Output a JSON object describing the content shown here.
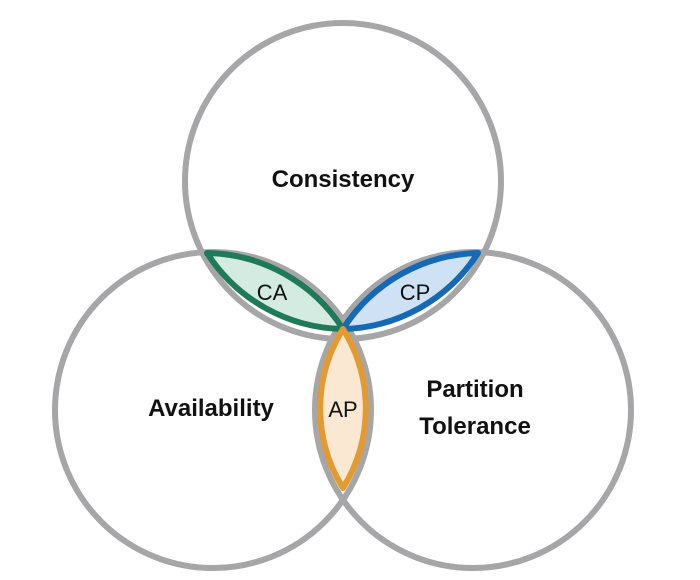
{
  "sets": {
    "consistency": "Consistency",
    "availability": "Availability",
    "partition_line1": "Partition",
    "partition_line2": "Tolerance"
  },
  "intersections": {
    "ca": "CA",
    "cp": "CP",
    "ap": "AP"
  },
  "colors": {
    "circle": "#a6a6a8",
    "ca_stroke": "#1f7a5a",
    "ca_fill": "#d4ebe2",
    "cp_stroke": "#1569b5",
    "cp_fill": "#cfe2f5",
    "ap_stroke": "#e39a30",
    "ap_fill": "#fbe8d2"
  }
}
